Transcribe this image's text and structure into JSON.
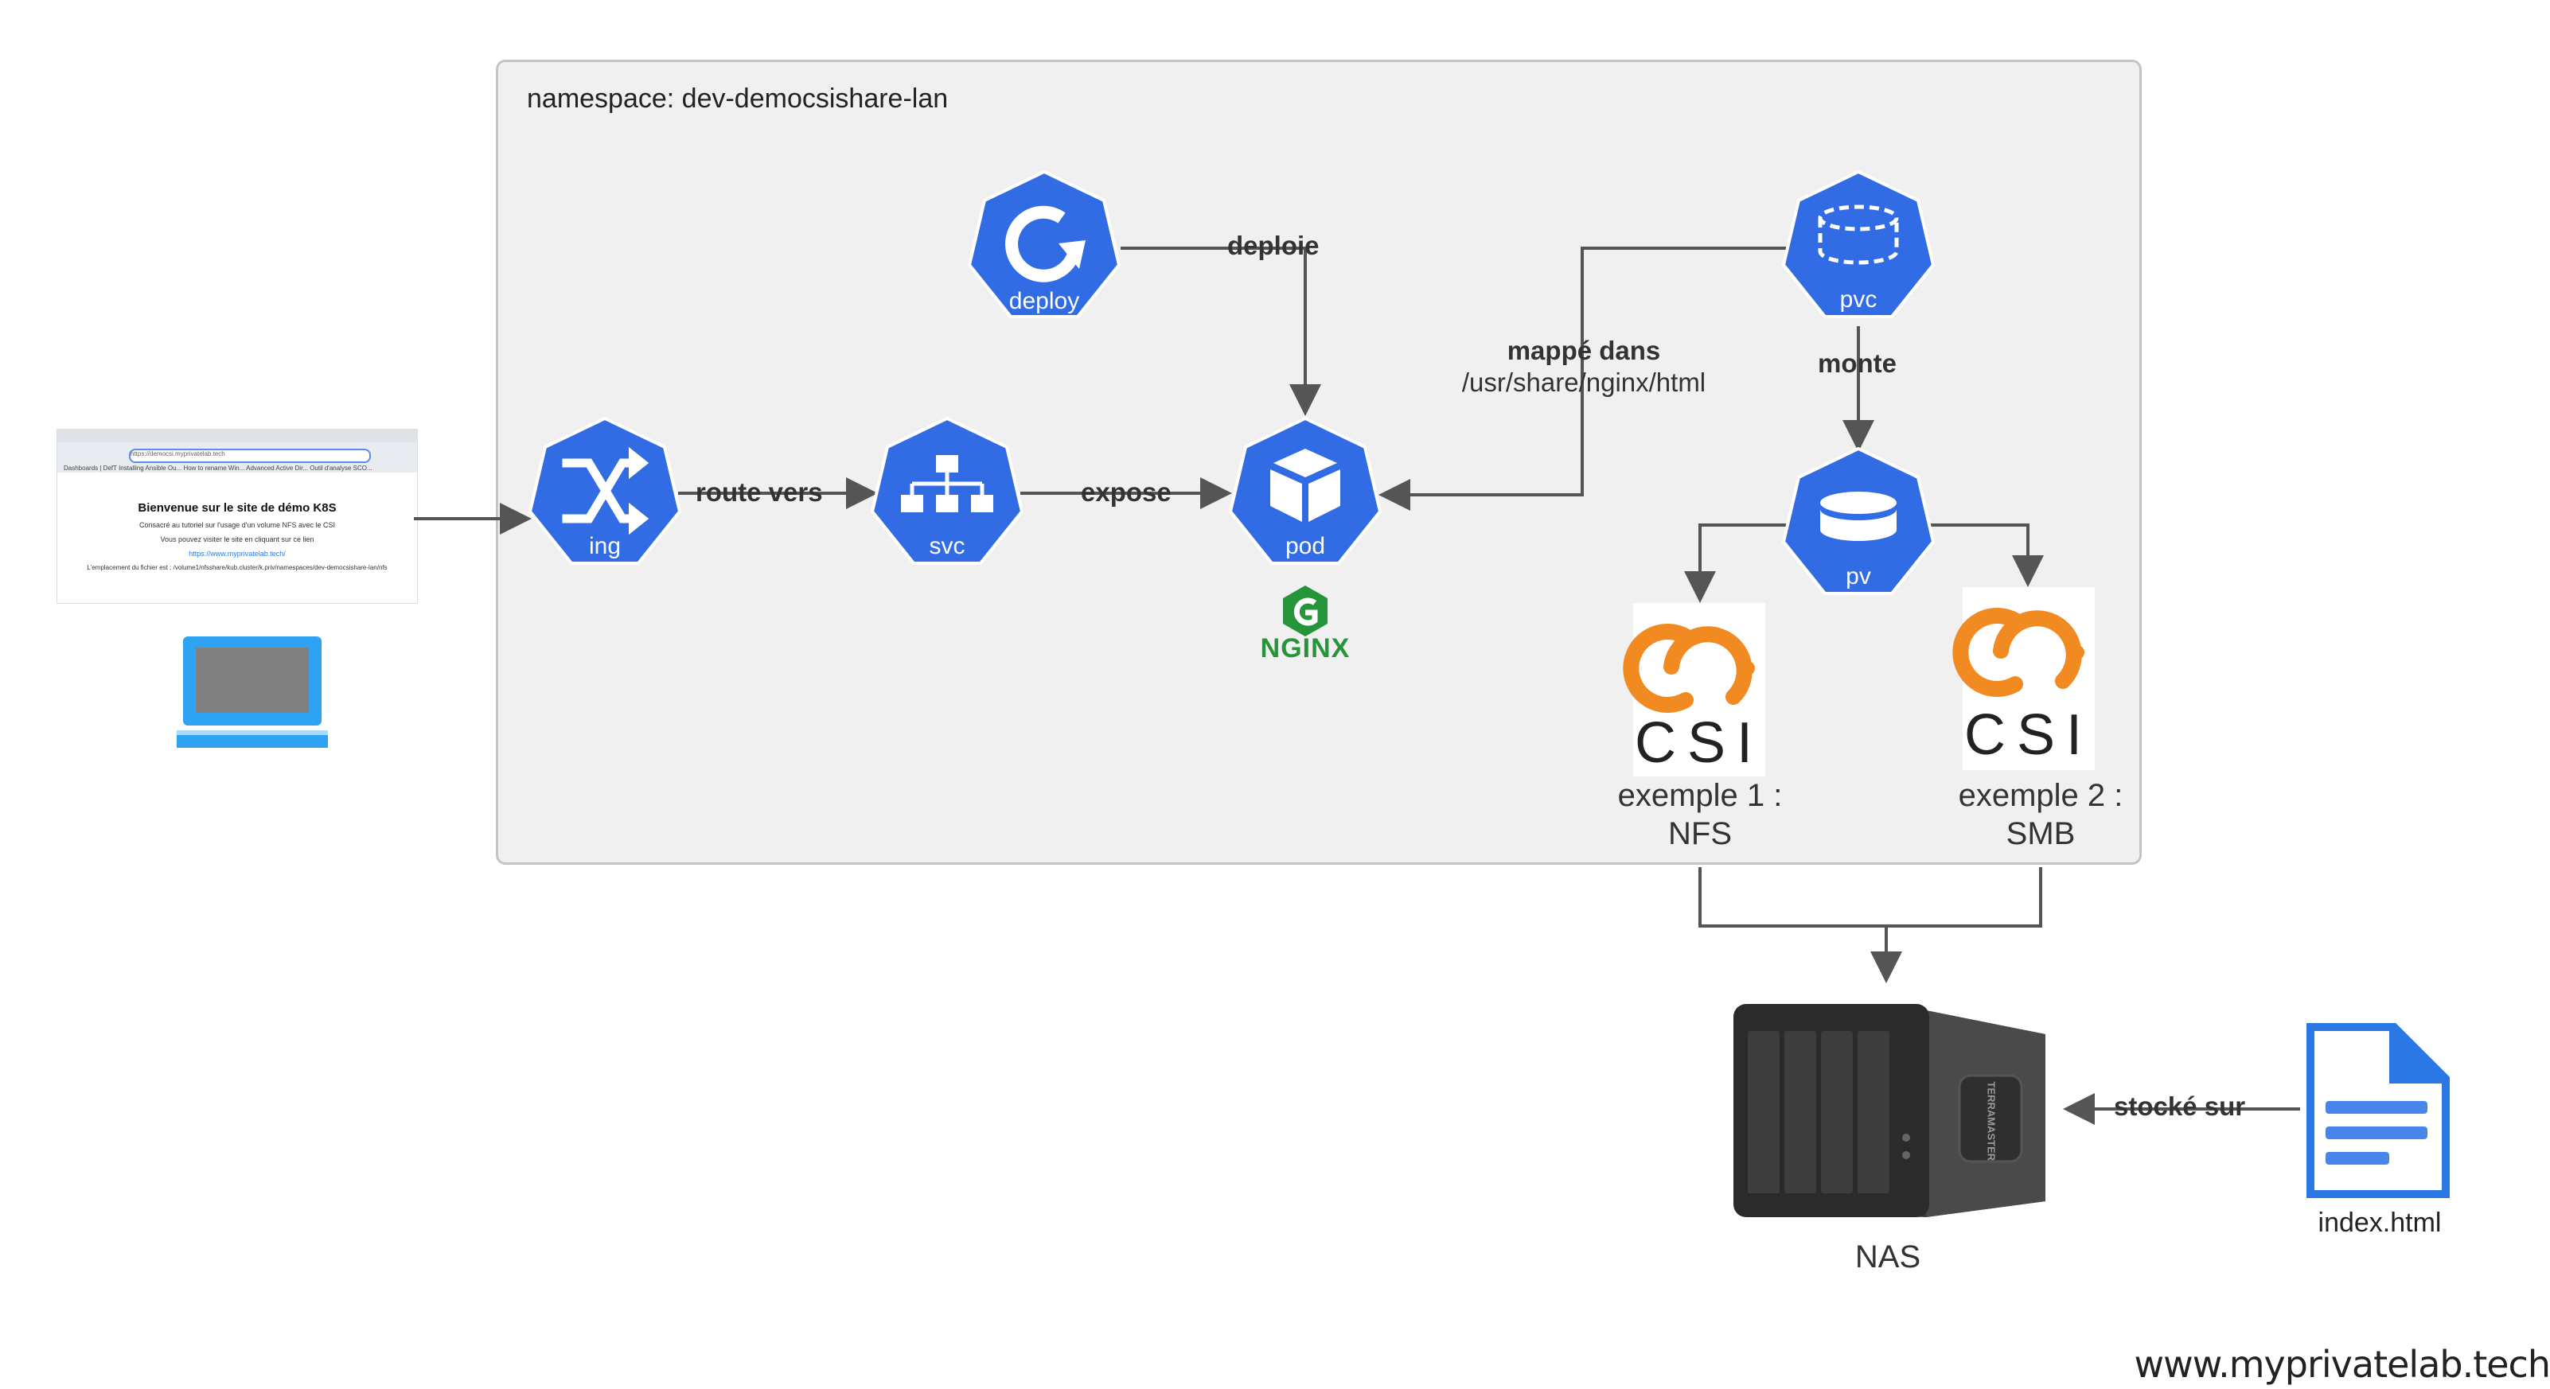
{
  "namespace": {
    "label": "namespace: dev-democsishare-lan"
  },
  "nodes": {
    "ing": "ing",
    "svc": "svc",
    "pod": "pod",
    "deploy": "deploy",
    "pvc": "pvc",
    "pv": "pv"
  },
  "edges": {
    "route": "route vers",
    "expose": "expose",
    "deploie": "deploie",
    "mappe_line1": "mappé dans",
    "mappe_line2": "/usr/share/nginx/html",
    "monte": "monte",
    "stocke": "stocké sur"
  },
  "csi": {
    "logo_text": "CSI",
    "example1_line1": "exemple 1 :",
    "example1_line2": "NFS",
    "example2_line1": "exemple 2 :",
    "example2_line2": "SMB"
  },
  "nginx": {
    "logo_text": "NGINX"
  },
  "nas": {
    "label": "NAS",
    "brand": "TERRAMASTER"
  },
  "file": {
    "label": "index.html"
  },
  "browser": {
    "tab_title": "Bienvenue",
    "url": "https://democsi.myprivatelab.tech",
    "bookmarks": "Dashboards | DefT  Installing Ansible Ou...  How to rename Win...  Advanced Active Dir...  Outil d'analyse SCO...",
    "heading": "Bienvenue sur le site de démo K8S",
    "line1": "Consacré au tutoriel sur l'usage d'un volume NFS avec le CSI",
    "line2": "Vous pouvez visiter le site en cliquant sur ce lien",
    "link": "https://www.myprivatelab.tech/",
    "line3": "L'emplacement du fichier est : /volume1/nfsshare/kub.cluster/k.priv/namespaces/dev-democsishare-lan/nfs"
  },
  "watermark": "www.myprivatelab.tech",
  "colors": {
    "k8s_blue": "#326ce5",
    "arrow": "#555555",
    "csi_orange": "#f28a22",
    "nginx_green": "#269539",
    "laptop_blue": "#2ea3f2",
    "file_blue": "#2b78e4"
  }
}
